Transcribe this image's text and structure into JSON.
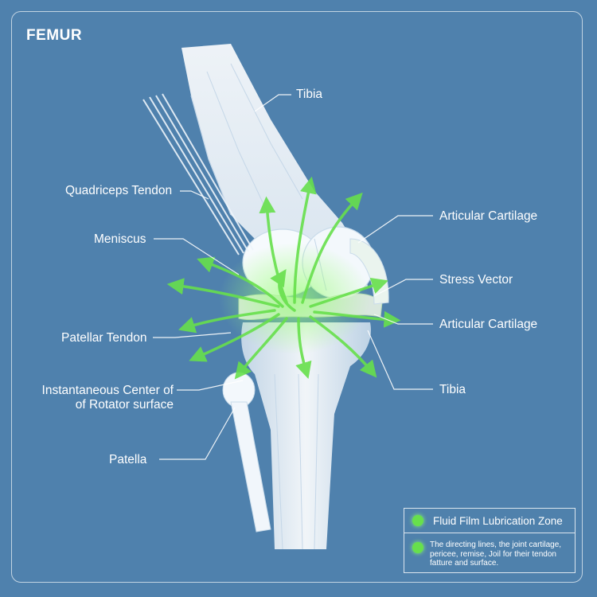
{
  "title": "FEMUR",
  "labels": {
    "tibia_top": "Tibia",
    "quadriceps_tendon": "Quadriceps Tendon",
    "articular_cartilage_top": "Articular Cartilage",
    "meniscus": "Meniscus",
    "stress_vector": "Stress Vector",
    "articular_cartilage_bottom": "Articular Cartilage",
    "patellar_tendon": "Patellar Tendon",
    "tibia_bottom": "Tibia",
    "instantaneous_center_line1": "Instantaneous Center of",
    "instantaneous_center_line2": "of Rotator surface",
    "patella": "Patella"
  },
  "legend": {
    "item1": "Fluid Film Lubrication Zone",
    "item2": "The directing lines, the joint cartilage, pericee, remise, Joil for their tendon fatture and surface.",
    "color": "#67e04c"
  },
  "colors": {
    "background": "#4f81ad",
    "bone": "#f3f8fc",
    "accent_green": "#67e04c",
    "line": "#ffffff"
  }
}
